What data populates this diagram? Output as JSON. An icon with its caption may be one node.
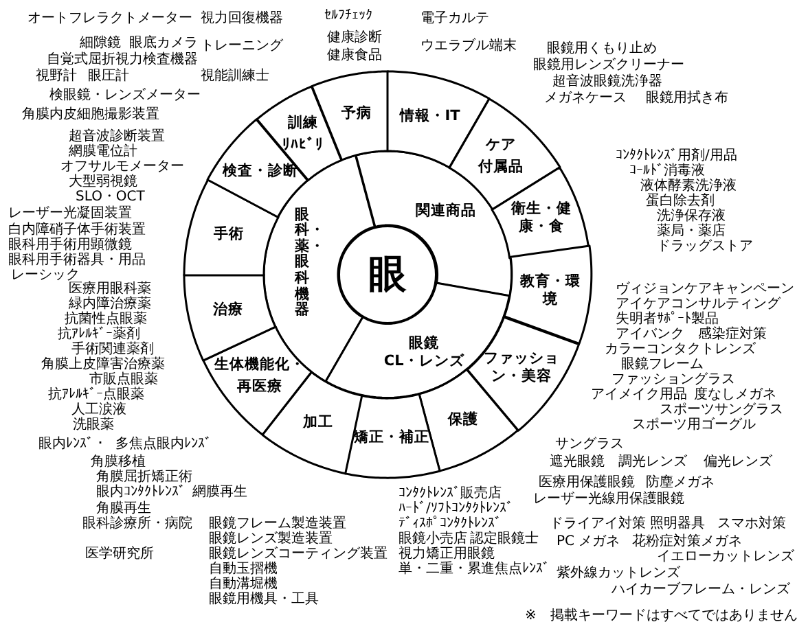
{
  "diagram": {
    "nodes": [
      {
        "text": [
          "眼"
        ]
      },
      {
        "text": [
          "眼科・薬・眼科機器"
        ]
      },
      {
        "text": [
          "関連商品"
        ]
      },
      {
        "text": [
          "眼鏡",
          "CL・レンズ"
        ]
      },
      {
        "text": [
          "予病"
        ]
      },
      {
        "text": [
          "情報・IT"
        ]
      },
      {
        "text": [
          "ケア",
          "付属品"
        ]
      },
      {
        "text": [
          "衛生・健康・食"
        ]
      },
      {
        "text": [
          "教育・環境"
        ]
      },
      {
        "text": [
          "ファッション・美容"
        ]
      },
      {
        "text": [
          "保護"
        ]
      },
      {
        "text": [
          "矯正・補正"
        ]
      },
      {
        "text": [
          "加工"
        ]
      },
      {
        "text": [
          "生体機能化・",
          "再医療"
        ]
      },
      {
        "text": [
          "治療"
        ]
      },
      {
        "text": [
          "手術"
        ]
      },
      {
        "text": [
          "検査・診断"
        ]
      },
      {
        "text": [
          "訓練",
          "ﾘﾊﾋﾞﾘ"
        ]
      }
    ],
    "labels": [
      "オートフレラクトメーター",
      "視力回復機器",
      "ｾﾙﾌﾁｪｯｸ",
      "電子カルテ",
      "細隙鏡",
      "眼底カメラ",
      "トレーニング",
      "健康診断",
      "ウエラブル端末",
      "眼鏡用くもり止め",
      "自覚式屈折視力検査機器",
      "健康食品",
      "眼鏡用レンズクリーナー",
      "視野計",
      "眼圧計",
      "視能訓練士",
      "超音波眼鏡洗浄器",
      "検眼鏡・レンズメーター",
      "メガネケース",
      "眼鏡用拭き布",
      "角膜内皮細胞撮影装置",
      "超音波診断装置",
      "網膜電位計",
      "ｺﾝﾀｸﾄﾚﾝｽﾞ用剤/用品",
      "オフサルモメーター",
      "ｺｰﾙﾄﾞ消毒液",
      "大型弱視鏡",
      "液体酵素洗浄液",
      "SLO・OCT",
      "蛋白除去剤",
      "レーザー光凝固装置",
      "洗浄保存液",
      "白内障硝子体手術装置",
      "薬局・薬店",
      "眼科用手術用顕微鏡",
      "ドラッグストア",
      "眼科用手術器具・用品",
      "レーシック",
      "医療用眼科薬",
      "ヴィジョンケアキャンペーン",
      "緑内障治療薬",
      "アイケアコンサルティング",
      "抗菌性点眼薬",
      "失明者ｻﾎﾟｰﾄ製品",
      "抗ｱﾚﾙｷﾞｰ薬剤",
      "アイバンク",
      "感染症対策",
      "手術関連薬剤",
      "カラーコンタクトレンズ",
      "角膜上皮障害治療薬",
      "眼鏡フレーム",
      "市販点眼薬",
      "ファッショングラス",
      "抗ｱﾚﾙｷﾞｰ点眼薬",
      "アイメイク用品",
      "度なしメガネ",
      "人工涙液",
      "スポーツサングラス",
      "洗眼薬",
      "スポーツ用ゴーグル",
      "眼内ﾚﾝｽﾞ・",
      "多焦点眼内ﾚﾝｽﾞ",
      "サングラス",
      "角膜移植",
      "遮光眼鏡",
      "調光レンズ",
      "偏光レンズ",
      "角膜屈折矯正術",
      "医療用保護眼鏡",
      "防塵メガネ",
      "眼内ｺﾝﾀｸﾄﾚﾝｽﾞ",
      "網膜再生",
      "ｺﾝﾀｸﾄﾚﾝｽﾞ販売店",
      "レーザー光線用保護眼鏡",
      "角膜再生",
      "ﾊｰﾄﾞ/ｿﾌﾄｺﾝﾀｸﾄﾚﾝｽﾞ",
      "眼科診療所・病院",
      "眼鏡フレーム製造装置",
      "ﾃﾞｨｽﾎﾟｺﾝﾀｸﾄﾚﾝｽﾞ",
      "ドライアイ対策",
      "照明器具",
      "スマホ対策",
      "眼鏡レンズ製造装置",
      "眼鏡小売店",
      "認定眼鏡士",
      "PC メガネ",
      "花粉症対策メガネ",
      "医学研究所",
      "眼鏡レンズコーティング装置",
      "視力矯正用眼鏡",
      "イエローカットレンズ",
      "自動玉摺機",
      "単・二重・累進焦点ﾚﾝｽﾞ",
      "紫外線カットレンズ",
      "自動溝堀機",
      "ハイカーブフレーム・レンズ",
      "眼鏡用機具・工具",
      "※　掲載キーワードはすべてではありません"
    ]
  }
}
